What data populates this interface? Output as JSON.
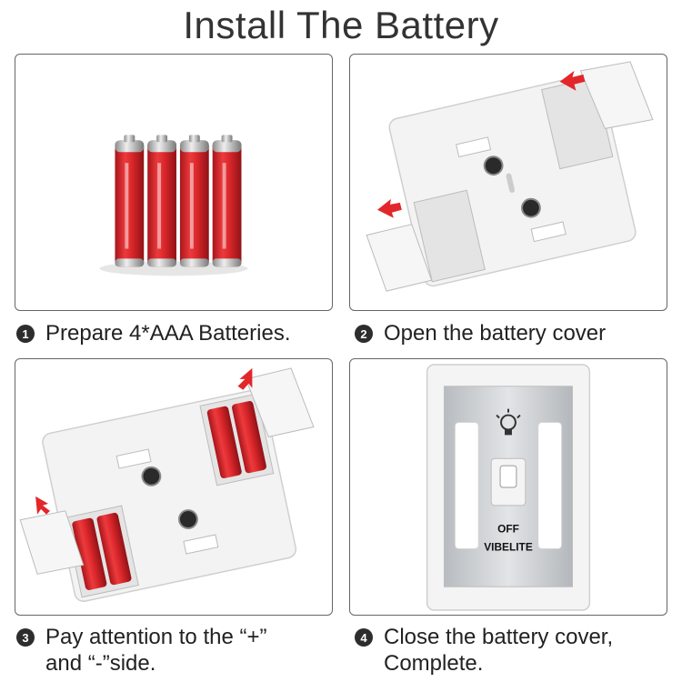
{
  "title": "Install The Battery",
  "steps": [
    {
      "num": "1",
      "text": "Prepare 4*AAA Batteries."
    },
    {
      "num": "2",
      "text": "Open the battery cover"
    },
    {
      "num": "3",
      "line1": "Pay attention to the “+”",
      "line2": "and “-”side."
    },
    {
      "num": "4",
      "line1": "Close the battery cover,",
      "line2": "Complete."
    }
  ],
  "light": {
    "switch_label": "OFF",
    "brand": "VIBELITE"
  },
  "colors": {
    "battery_red": "#d8262a",
    "arrow_red": "#e3262a",
    "panel_border": "#666666",
    "device_white": "#f2f2f2"
  },
  "icons": [
    "battery-icon",
    "red-arrow-icon",
    "bulb-icon",
    "toggle-switch-icon"
  ]
}
